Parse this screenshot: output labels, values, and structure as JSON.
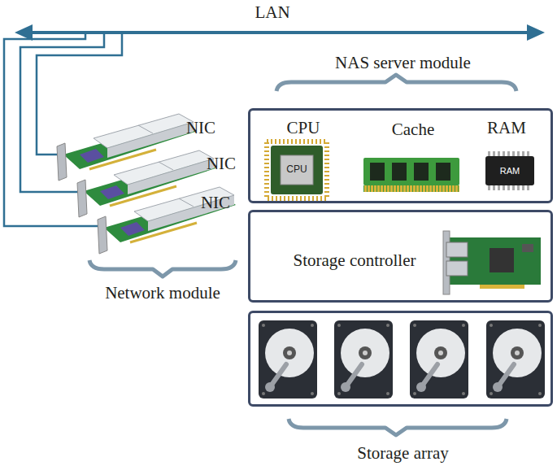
{
  "diagram": {
    "nodes": [
      {
        "text": [
          "NAS server module",
          "CPU",
          "Cache",
          "RAM"
        ]
      },
      {
        "text": [
          "Storage controller"
        ]
      },
      {
        "text": [
          "Storage array"
        ]
      }
    ],
    "labels": [
      "LAN",
      "NIC",
      "NIC",
      "NIC",
      "Network module",
      "CPU",
      "RAM"
    ]
  }
}
